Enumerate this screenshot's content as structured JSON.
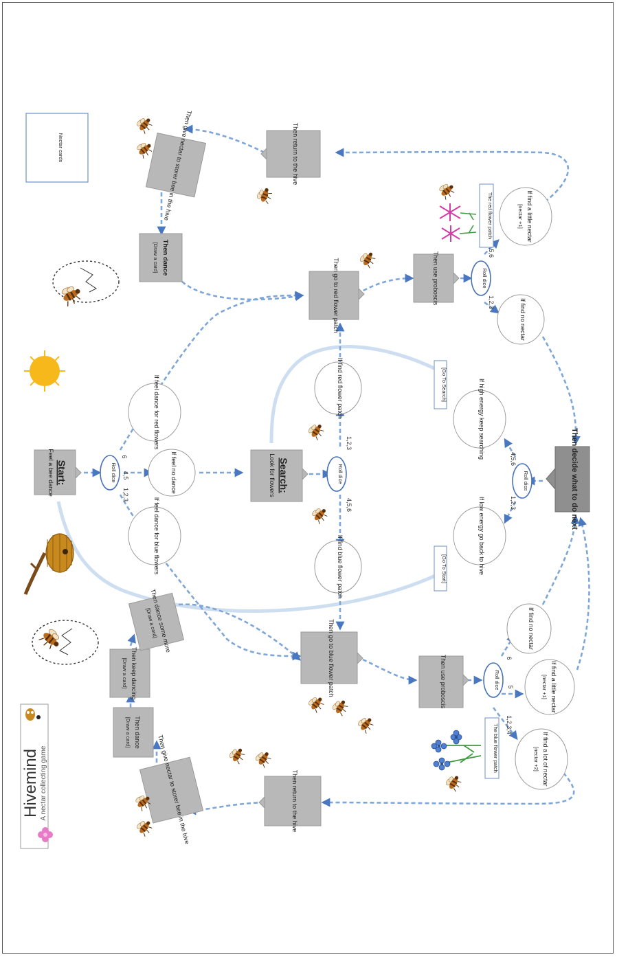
{
  "diagram": {
    "title": "Hivemind",
    "subtitle": "A nectar collecting game",
    "nectar_cards_label": "Nectar cards",
    "start": {
      "heading": "Start:",
      "text": "Feel a bee dance"
    },
    "search": {
      "heading": "Search:",
      "text": "Look for flowers"
    },
    "decide": {
      "text": "Then decide what to do next"
    },
    "roll_dice": "Roll dice",
    "dice_outcomes": {
      "start_123": "1,2,3",
      "start_45": "4,5",
      "start_6": "6",
      "search_123": "1,2,3",
      "search_456": "4,5,6",
      "red_123": "1,2,3",
      "red_456": "4,5,6",
      "blue_1234": "1,2,3,4",
      "blue_5": "5",
      "blue_6": "6",
      "decide_123": "1,2,3",
      "decide_456": "4,5,6"
    },
    "bubbles": {
      "feel_red": "If feel dance for red flowers",
      "feel_none": "If feel no dance",
      "feel_blue": "If feel dance for blue flowers",
      "find_red": "If find red flower patch",
      "find_blue": "If find blue flower patch",
      "high_energy": "If high energy keep searching",
      "low_energy": "If low energy go back to hive",
      "red_no_nectar": "If find no nectar",
      "red_little": "If find a little nectar",
      "red_little_tag": "[nectar +1]",
      "blue_no_nectar": "If find no nectar",
      "blue_little": "If find a little nectar",
      "blue_little_tag": "[nectar +1]",
      "blue_lot": "If find a lot of nectar",
      "blue_lot_tag": "[nectar +2]"
    },
    "boxes": {
      "go_red": "Then go to red flower patch",
      "go_blue": "Then go to blue flower patch",
      "proboscis_red": "Then use proboscis",
      "proboscis_blue": "Then use proboscis",
      "return_top": "Then return to the hive",
      "give_nectar_top": "Then give nectar to storer bee in the hive",
      "dance_top": "Then dance",
      "dance_top_card": "[Draw a card]",
      "return_bottom": "Then return to the hive",
      "give_nectar_bottom": "Then give nectar to storer bee in the hive",
      "dance_bottom": "Then dance",
      "dance_bottom_card": "[Draw a card]",
      "keep_dancing": "Then keep dancing",
      "keep_dancing_card": "[Draw a card]",
      "dance_more": "Then dance some more",
      "dance_more_card": "[Draw a card]"
    },
    "links": {
      "go_to_search": "[Go To Search]",
      "go_to_start": "[Go To Start]"
    },
    "patch_labels": {
      "red": "The red flower patch",
      "blue": "The blue flower patch"
    },
    "colors": {
      "box_gray": "#b8b8b8",
      "decide_gray": "#8f8f8f",
      "arrow_blue": "#7ea6d6",
      "dice_outline": "#4a73b8",
      "sun": "#f7b81c",
      "red_flower": "#d63aa5",
      "blue_flower": "#4f7fd0",
      "stem": "#3f9a3f",
      "hive": "#c88a1e"
    },
    "icons": [
      "bee-icon",
      "sun-icon",
      "beehive-icon",
      "red-flower-icon",
      "blue-flower-icon",
      "dancing-bee-icon",
      "pink-flower-icon",
      "owl-logo-icon"
    ]
  }
}
